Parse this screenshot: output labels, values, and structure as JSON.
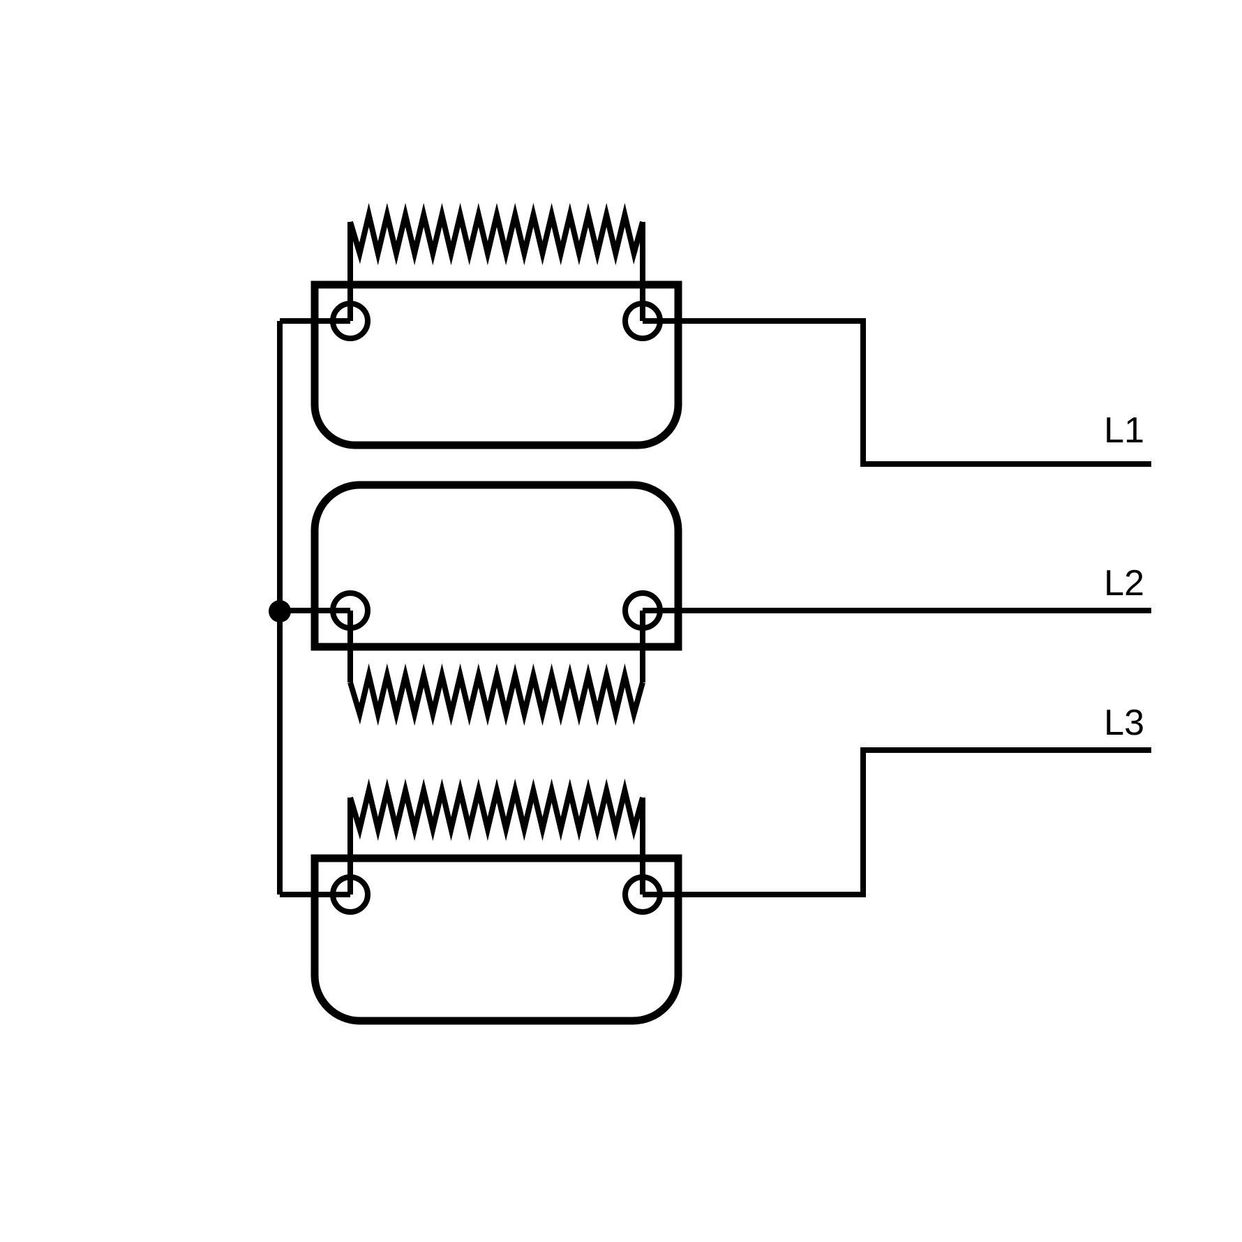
{
  "diagram": {
    "labels": {
      "l1": "L1",
      "l2": "L2",
      "l3": "L3"
    },
    "colors": {
      "stroke": "#000000",
      "background": "#ffffff"
    }
  }
}
